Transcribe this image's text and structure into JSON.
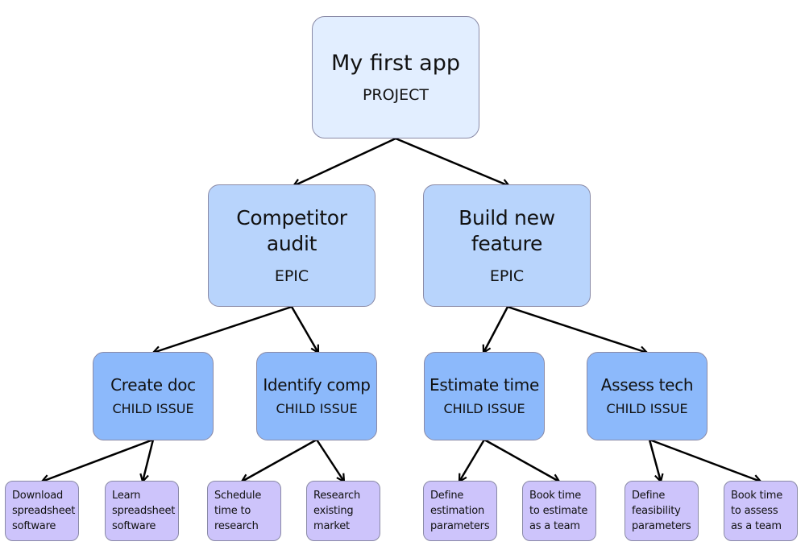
{
  "project": {
    "title": "My first app",
    "type": "PROJECT"
  },
  "epics": [
    {
      "title": "Competitor audit",
      "type": "EPIC"
    },
    {
      "title": "Build new feature",
      "type": "EPIC"
    }
  ],
  "child_issues": [
    {
      "title": "Create doc",
      "type": "CHILD ISSUE"
    },
    {
      "title": "Identify comp",
      "type": "CHILD ISSUE"
    },
    {
      "title": "Estimate time",
      "type": "CHILD ISSUE"
    },
    {
      "title": "Assess tech",
      "type": "CHILD ISSUE"
    }
  ],
  "tasks": [
    {
      "label": "Download\nspreadsheet\nsoftware"
    },
    {
      "label": "Learn\nspreadsheet\nsoftware"
    },
    {
      "label": "Schedule\ntime to\nresearch"
    },
    {
      "label": "Research\nexisting\nmarket"
    },
    {
      "label": "Define\nestimation\nparameters"
    },
    {
      "label": "Book time\nto estimate\nas a team"
    },
    {
      "label": "Define\nfeasibility\nparameters"
    },
    {
      "label": "Book time\nto assess\nas a team"
    }
  ],
  "colors": {
    "project_fill": "#e2eeff",
    "epic_fill": "#b8d4fc",
    "child_issue_fill": "#8cb9fb",
    "task_fill": "#cdc4fb",
    "connector": "#000000"
  }
}
